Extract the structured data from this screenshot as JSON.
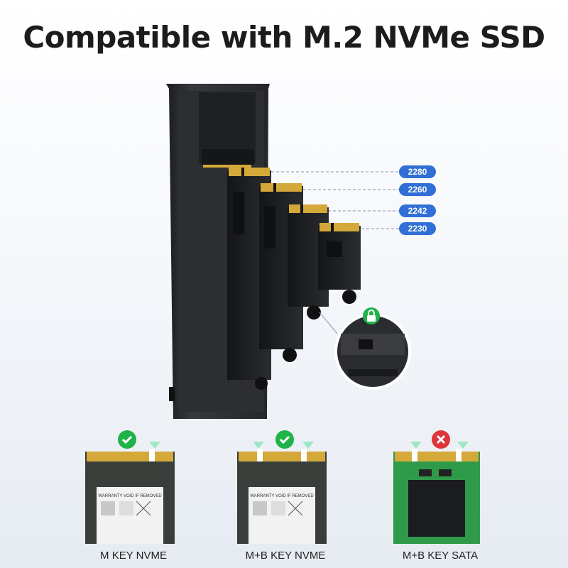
{
  "title": "Compatible with M.2 NVMe SSD",
  "sizes": [
    "2280",
    "2260",
    "2242",
    "2230"
  ],
  "cards": [
    {
      "label": "M KEY NVME",
      "status": "compatible",
      "sticker": "WARRANTY VOID IF REMOVED"
    },
    {
      "label": "M+B KEY NVME",
      "status": "compatible",
      "sticker": "WARRANTY VOID IF REMOVED"
    },
    {
      "label": "M+B KEY SATA",
      "status": "incompatible"
    }
  ],
  "colors": {
    "accent": "#2f6fd6",
    "ok": "#1fb34a",
    "bad": "#e0333a",
    "enclosure": "#2b2d30",
    "gold": "#d4a93a"
  }
}
